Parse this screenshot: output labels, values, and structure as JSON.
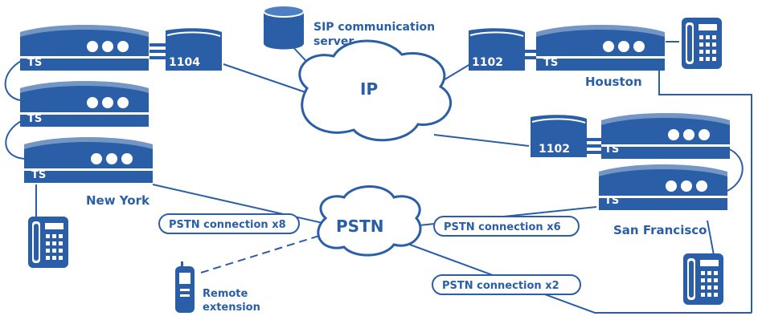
{
  "colors": {
    "primary": "#2a5ea6",
    "dark": "#1f4d8e",
    "light": "#dfe9f7",
    "background": "#ffffff"
  },
  "labels": {
    "sip_server": [
      "SIP communication",
      "server"
    ],
    "ip_cloud": "IP",
    "pstn_cloud": "PSTN",
    "new_york": "New York",
    "houston": "Houston",
    "san_francisco": "San Francisco",
    "ts": "TS",
    "module_ny": "1104",
    "module_houston": "1102",
    "module_sf": "1102",
    "pstn_x8": "PSTN connection x8",
    "pstn_x6": "PSTN connection x6",
    "pstn_x2": "PSTN connection x2",
    "remote_extension": [
      "Remote",
      "extension"
    ]
  },
  "icons": {
    "server": "database-cylinder-icon",
    "desk_phone": "desk-phone-icon",
    "mobile": "mobile-phone-icon",
    "cloud": "cloud-icon"
  }
}
